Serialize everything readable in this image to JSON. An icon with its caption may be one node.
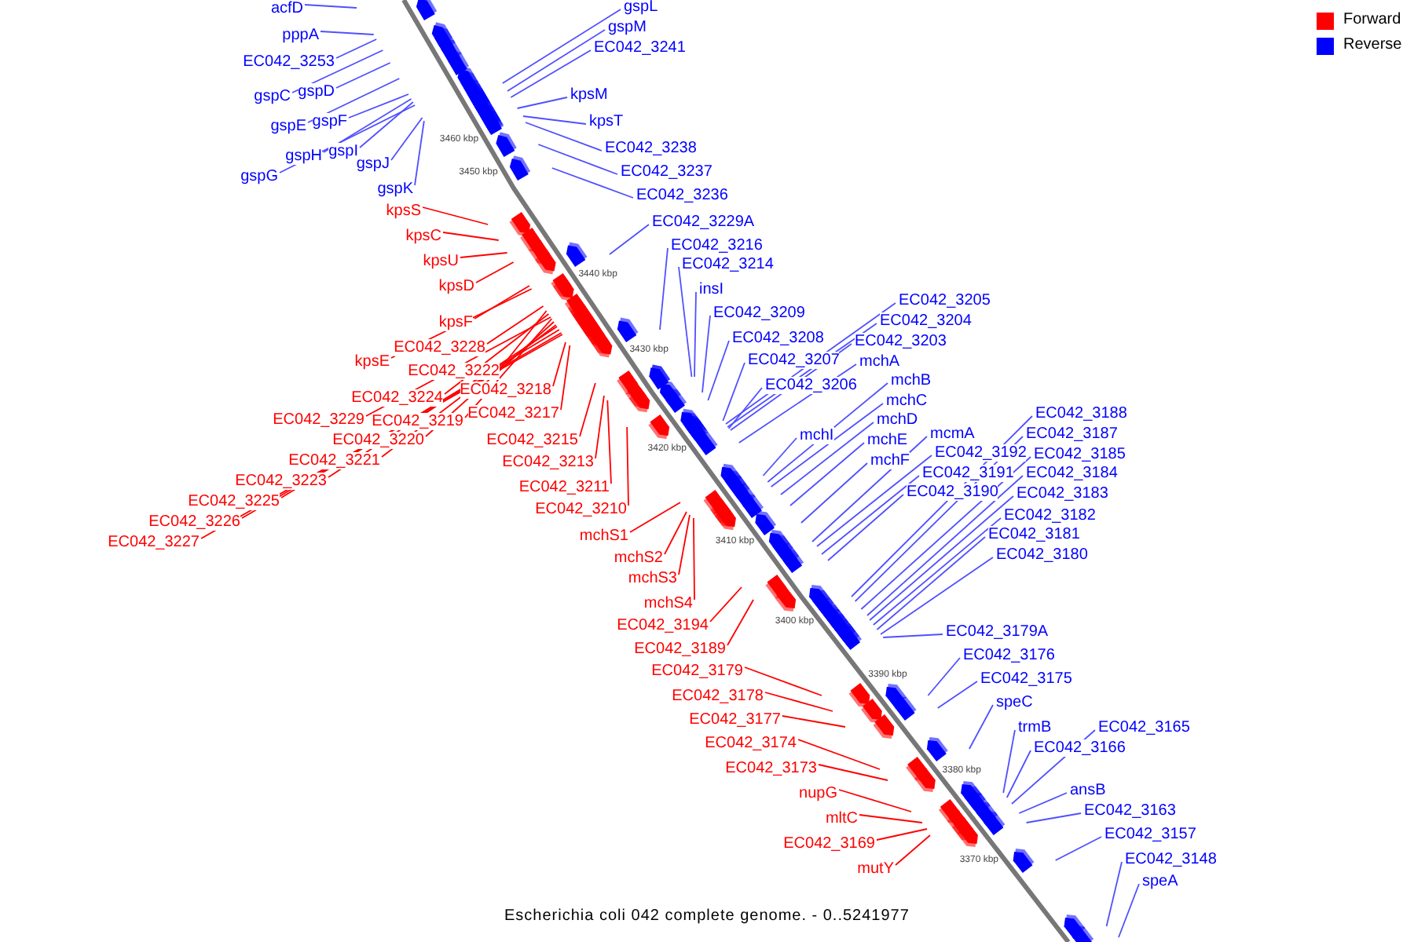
{
  "diagram": {
    "caption": "Escherichia coli 042 complete genome. - 0..5241977",
    "nodes": [
      {
        "text": [
          "acfD"
        ]
      },
      {
        "text": [
          "pppA"
        ]
      },
      {
        "text": [
          "gspL"
        ]
      },
      {
        "text": [
          "gspM"
        ]
      },
      {
        "text": [
          "EC042_3241"
        ]
      },
      {
        "text": [
          "EC042_3253"
        ]
      },
      {
        "text": [
          "gspD"
        ]
      },
      {
        "text": [
          "gspC"
        ]
      },
      {
        "text": [
          "kpsM"
        ]
      },
      {
        "text": [
          "gspF"
        ]
      },
      {
        "text": [
          "kpsT"
        ]
      },
      {
        "text": [
          "gspE"
        ]
      },
      {
        "text": [
          "EC042_3238"
        ]
      },
      {
        "text": [
          "gspI"
        ]
      },
      {
        "text": [
          "gspH"
        ]
      },
      {
        "text": [
          "gspJ"
        ]
      },
      {
        "text": [
          "EC042_3237"
        ]
      },
      {
        "text": [
          "gspG"
        ]
      },
      {
        "text": [
          "gspK"
        ]
      },
      {
        "text": [
          "EC042_3236"
        ]
      },
      {
        "text": [
          "kpsS"
        ]
      },
      {
        "text": [
          "EC042_3229A"
        ]
      },
      {
        "text": [
          "kpsC"
        ]
      },
      {
        "text": [
          "EC042_3216"
        ]
      },
      {
        "text": [
          "kpsU"
        ]
      },
      {
        "text": [
          "EC042_3214"
        ]
      },
      {
        "text": [
          "kpsD"
        ]
      },
      {
        "text": [
          "insI"
        ]
      },
      {
        "text": [
          "EC042_3205"
        ]
      },
      {
        "text": [
          "EC042_3209"
        ]
      },
      {
        "text": [
          "EC042_3204"
        ]
      },
      {
        "text": [
          "kpsF"
        ]
      },
      {
        "text": [
          "EC042_3208"
        ]
      },
      {
        "text": [
          "EC042_3203"
        ]
      },
      {
        "text": [
          "EC042_3228"
        ]
      },
      {
        "text": [
          "EC042_3207"
        ]
      },
      {
        "text": [
          "kpsE"
        ]
      },
      {
        "text": [
          "mchA"
        ]
      },
      {
        "text": [
          "EC042_3222"
        ]
      },
      {
        "text": [
          "mchB"
        ]
      },
      {
        "text": [
          "EC042_3206"
        ]
      },
      {
        "text": [
          "EC042_3218"
        ]
      },
      {
        "text": [
          "EC042_3224"
        ]
      },
      {
        "text": [
          "mchC"
        ]
      },
      {
        "text": [
          "EC042_3217"
        ]
      },
      {
        "text": [
          "EC042_3188"
        ]
      },
      {
        "text": [
          "EC042_3229"
        ]
      },
      {
        "text": [
          "mchD"
        ]
      },
      {
        "text": [
          "EC042_3219"
        ]
      },
      {
        "text": [
          "EC042_3187"
        ]
      },
      {
        "text": [
          "mcmA"
        ]
      },
      {
        "text": [
          "mchI"
        ]
      },
      {
        "text": [
          "EC042_3220"
        ]
      },
      {
        "text": [
          "EC042_3215"
        ]
      },
      {
        "text": [
          "mchE"
        ]
      },
      {
        "text": [
          "EC042_3192"
        ]
      },
      {
        "text": [
          "EC042_3185"
        ]
      },
      {
        "text": [
          "EC042_3221"
        ]
      },
      {
        "text": [
          "mchF"
        ]
      },
      {
        "text": [
          "EC042_3213"
        ]
      },
      {
        "text": [
          "EC042_3191"
        ]
      },
      {
        "text": [
          "EC042_3184"
        ]
      },
      {
        "text": [
          "EC042_3223"
        ]
      },
      {
        "text": [
          "EC042_3211"
        ]
      },
      {
        "text": [
          "EC042_3190"
        ]
      },
      {
        "text": [
          "EC042_3183"
        ]
      },
      {
        "text": [
          "EC042_3225"
        ]
      },
      {
        "text": [
          "EC042_3210"
        ]
      },
      {
        "text": [
          "EC042_3182"
        ]
      },
      {
        "text": [
          "EC042_3226"
        ]
      },
      {
        "text": [
          "mchS1"
        ]
      },
      {
        "text": [
          "EC042_3181"
        ]
      },
      {
        "text": [
          "EC042_3227"
        ]
      },
      {
        "text": [
          "EC042_3180"
        ]
      },
      {
        "text": [
          "mchS2"
        ]
      },
      {
        "text": [
          "mchS3"
        ]
      },
      {
        "text": [
          "mchS4"
        ]
      },
      {
        "text": [
          "EC042_3194"
        ]
      },
      {
        "text": [
          "EC042_3179A"
        ]
      },
      {
        "text": [
          "EC042_3189"
        ]
      },
      {
        "text": [
          "EC042_3176"
        ]
      },
      {
        "text": [
          "EC042_3179"
        ]
      },
      {
        "text": [
          "EC042_3175"
        ]
      },
      {
        "text": [
          "EC042_3178"
        ]
      },
      {
        "text": [
          "speC"
        ]
      },
      {
        "text": [
          "EC042_3177"
        ]
      },
      {
        "text": [
          "trmB"
        ]
      },
      {
        "text": [
          "EC042_3165"
        ]
      },
      {
        "text": [
          "EC042_3174"
        ]
      },
      {
        "text": [
          "EC042_3166"
        ]
      },
      {
        "text": [
          "EC042_3173"
        ]
      },
      {
        "text": [
          "ansB"
        ]
      },
      {
        "text": [
          "nupG"
        ]
      },
      {
        "text": [
          "EC042_3163"
        ]
      },
      {
        "text": [
          "mltC"
        ]
      },
      {
        "text": [
          "EC042_3157"
        ]
      },
      {
        "text": [
          "EC042_3169"
        ]
      },
      {
        "text": [
          "EC042_3148"
        ]
      },
      {
        "text": [
          "mutY"
        ]
      },
      {
        "text": [
          "speA"
        ]
      }
    ],
    "edges": [
      {
        "from": 0,
        "to": null,
        "arrow": "none"
      },
      {
        "from": 1,
        "to": null,
        "arrow": "none"
      },
      {
        "from": 2,
        "to": null,
        "arrow": "none"
      },
      {
        "from": 3,
        "to": null,
        "arrow": "none"
      },
      {
        "from": 4,
        "to": null,
        "arrow": "none"
      },
      {
        "from": 5,
        "to": null,
        "arrow": "none"
      },
      {
        "from": 6,
        "to": null,
        "arrow": "none"
      },
      {
        "from": 7,
        "to": null,
        "arrow": "none"
      },
      {
        "from": 8,
        "to": null,
        "arrow": "none"
      },
      {
        "from": 9,
        "to": null,
        "arrow": "none"
      },
      {
        "from": 10,
        "to": null,
        "arrow": "none"
      },
      {
        "from": 11,
        "to": null,
        "arrow": "none"
      },
      {
        "from": 12,
        "to": null,
        "arrow": "none"
      },
      {
        "from": 13,
        "to": null,
        "arrow": "none"
      },
      {
        "from": 14,
        "to": null,
        "arrow": "none"
      },
      {
        "from": 15,
        "to": null,
        "arrow": "none"
      },
      {
        "from": 16,
        "to": null,
        "arrow": "none"
      },
      {
        "from": 17,
        "to": null,
        "arrow": "none"
      },
      {
        "from": 18,
        "to": null,
        "arrow": "none"
      },
      {
        "from": 19,
        "to": null,
        "arrow": "none"
      },
      {
        "from": 20,
        "to": null,
        "arrow": "none",
        "color": "#ff0000"
      },
      {
        "from": 21,
        "to": null,
        "arrow": "none"
      },
      {
        "from": 22,
        "to": null,
        "arrow": "none",
        "color": "#ff0000"
      },
      {
        "from": 23,
        "to": null,
        "arrow": "none"
      },
      {
        "from": 24,
        "to": null,
        "arrow": "none",
        "color": "#ff0000"
      },
      {
        "from": 25,
        "to": null,
        "arrow": "none"
      },
      {
        "from": 26,
        "to": null,
        "arrow": "none",
        "color": "#ff0000"
      },
      {
        "from": 27,
        "to": null,
        "arrow": "none"
      },
      {
        "from": 28,
        "to": null,
        "arrow": "none"
      },
      {
        "from": 29,
        "to": null,
        "arrow": "none"
      },
      {
        "from": 30,
        "to": null,
        "arrow": "none"
      },
      {
        "from": 31,
        "to": null,
        "arrow": "none",
        "color": "#ff0000"
      },
      {
        "from": 32,
        "to": null,
        "arrow": "none"
      },
      {
        "from": 33,
        "to": null,
        "arrow": "none"
      },
      {
        "from": 34,
        "to": null,
        "arrow": "none",
        "color": "#ff0000"
      },
      {
        "from": 35,
        "to": null,
        "arrow": "none"
      },
      {
        "from": 36,
        "to": null,
        "arrow": "none",
        "color": "#ff0000"
      },
      {
        "from": 37,
        "to": null,
        "arrow": "none"
      },
      {
        "from": 38,
        "to": null,
        "arrow": "none",
        "color": "#ff0000"
      },
      {
        "from": 39,
        "to": null,
        "arrow": "none"
      },
      {
        "from": 40,
        "to": null,
        "arrow": "none"
      },
      {
        "from": 41,
        "to": null,
        "arrow": "none",
        "color": "#ff0000"
      },
      {
        "from": 42,
        "to": null,
        "arrow": "none",
        "color": "#ff0000"
      },
      {
        "from": 43,
        "to": null,
        "arrow": "none"
      },
      {
        "from": 44,
        "to": null,
        "arrow": "none",
        "color": "#ff0000"
      },
      {
        "from": 45,
        "to": null,
        "arrow": "none"
      },
      {
        "from": 46,
        "to": null,
        "arrow": "none",
        "color": "#ff0000"
      },
      {
        "from": 47,
        "to": null,
        "arrow": "none"
      },
      {
        "from": 48,
        "to": null,
        "arrow": "none",
        "color": "#ff0000"
      },
      {
        "from": 49,
        "to": null,
        "arrow": "none"
      },
      {
        "from": 50,
        "to": null,
        "arrow": "none"
      },
      {
        "from": 51,
        "to": null,
        "arrow": "none"
      },
      {
        "from": 52,
        "to": null,
        "arrow": "none",
        "color": "#ff0000"
      },
      {
        "from": 53,
        "to": null,
        "arrow": "none",
        "color": "#ff0000"
      },
      {
        "from": 54,
        "to": null,
        "arrow": "none"
      },
      {
        "from": 55,
        "to": null,
        "arrow": "none"
      },
      {
        "from": 56,
        "to": null,
        "arrow": "none"
      },
      {
        "from": 57,
        "to": null,
        "arrow": "none",
        "color": "#ff0000"
      },
      {
        "from": 58,
        "to": null,
        "arrow": "none"
      },
      {
        "from": 59,
        "to": null,
        "arrow": "none",
        "color": "#ff0000"
      },
      {
        "from": 60,
        "to": null,
        "arrow": "none"
      },
      {
        "from": 61,
        "to": null,
        "arrow": "none"
      },
      {
        "from": 62,
        "to": null,
        "arrow": "none",
        "color": "#ff0000"
      },
      {
        "from": 63,
        "to": null,
        "arrow": "none",
        "color": "#ff0000"
      },
      {
        "from": 64,
        "to": null,
        "arrow": "none"
      },
      {
        "from": 65,
        "to": null,
        "arrow": "none"
      },
      {
        "from": 66,
        "to": null,
        "arrow": "none",
        "color": "#ff0000"
      },
      {
        "from": 67,
        "to": null,
        "arrow": "none",
        "color": "#ff0000"
      },
      {
        "from": 68,
        "to": null,
        "arrow": "none"
      },
      {
        "from": 69,
        "to": null,
        "arrow": "none",
        "color": "#ff0000"
      },
      {
        "from": 70,
        "to": null,
        "arrow": "none",
        "color": "#ff0000"
      },
      {
        "from": 71,
        "to": null,
        "arrow": "none"
      },
      {
        "from": 72,
        "to": null,
        "arrow": "none",
        "color": "#ff0000"
      },
      {
        "from": 73,
        "to": null,
        "arrow": "none"
      },
      {
        "from": 74,
        "to": null,
        "arrow": "none",
        "color": "#ff0000"
      },
      {
        "from": 75,
        "to": null,
        "arrow": "none",
        "color": "#ff0000"
      },
      {
        "from": 76,
        "to": null,
        "arrow": "none",
        "color": "#ff0000"
      },
      {
        "from": 77,
        "to": null,
        "arrow": "none",
        "color": "#ff0000"
      },
      {
        "from": 78,
        "to": null,
        "arrow": "none"
      },
      {
        "from": 79,
        "to": null,
        "arrow": "none",
        "color": "#ff0000"
      },
      {
        "from": 80,
        "to": null,
        "arrow": "none"
      },
      {
        "from": 81,
        "to": null,
        "arrow": "none",
        "color": "#ff0000"
      },
      {
        "from": 82,
        "to": null,
        "arrow": "none"
      },
      {
        "from": 83,
        "to": null,
        "arrow": "none",
        "color": "#ff0000"
      },
      {
        "from": 84,
        "to": null,
        "arrow": "none"
      },
      {
        "from": 85,
        "to": null,
        "arrow": "none",
        "color": "#ff0000"
      },
      {
        "from": 86,
        "to": null,
        "arrow": "none"
      },
      {
        "from": 87,
        "to": null,
        "arrow": "none"
      },
      {
        "from": 88,
        "to": null,
        "arrow": "none",
        "color": "#ff0000"
      },
      {
        "from": 89,
        "to": null,
        "arrow": "none"
      },
      {
        "from": 90,
        "to": null,
        "arrow": "none",
        "color": "#ff0000"
      },
      {
        "from": 91,
        "to": null,
        "arrow": "none"
      },
      {
        "from": 92,
        "to": null,
        "arrow": "none",
        "color": "#ff0000"
      },
      {
        "from": 93,
        "to": null,
        "arrow": "none"
      },
      {
        "from": 94,
        "to": null,
        "arrow": "none",
        "color": "#ff0000"
      },
      {
        "from": 95,
        "to": null,
        "arrow": "none"
      },
      {
        "from": 96,
        "to": null,
        "arrow": "none",
        "color": "#ff0000"
      },
      {
        "from": 97,
        "to": null,
        "arrow": "none"
      },
      {
        "from": 98,
        "to": null,
        "arrow": "none",
        "color": "#ff0000"
      },
      {
        "from": 99,
        "to": null,
        "arrow": "none"
      }
    ],
    "labels": [
      "3460 kbp",
      "3450 kbp",
      "3440 kbp",
      "3430 kbp",
      "3420 kbp",
      "3410 kbp",
      "3400 kbp",
      "3390 kbp",
      "3380 kbp",
      "3370 kbp"
    ],
    "legend": [
      {
        "text": "Forward",
        "color": "#ff0000"
      },
      {
        "text": "Reverse",
        "color": "#0000ff"
      }
    ]
  }
}
